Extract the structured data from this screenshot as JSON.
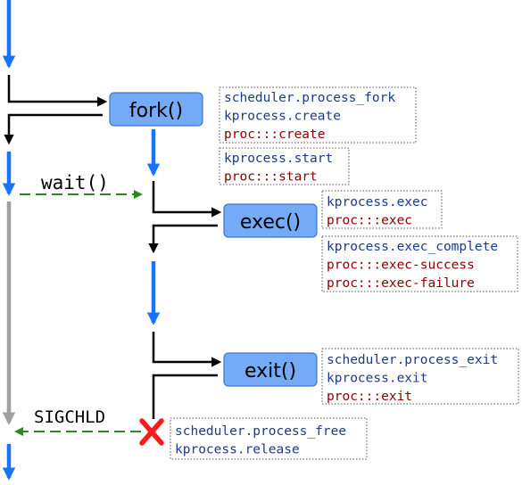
{
  "colors": {
    "blue_arrow": "#1874ff",
    "black_line": "#000000",
    "gray_line": "#a0a0a0",
    "green_dashed": "#2a8a1e",
    "box_fill": "#74aaf6",
    "box_stroke": "#3f78c8",
    "probe_blue": "#1a3c8c",
    "probe_red": "#8b0000",
    "cross_red": "#ff1a1a",
    "dotted_border": "#555555"
  },
  "nodes": {
    "fork": "fork()",
    "exec": "exec()",
    "exit": "exit()"
  },
  "signals": {
    "wait": "wait()",
    "sigchld": "SIGCHLD"
  },
  "probes": {
    "fork": [
      {
        "text": "scheduler.process_fork",
        "kind": "tapset"
      },
      {
        "text": "kprocess.create",
        "kind": "tapset"
      },
      {
        "text": "proc:::create",
        "kind": "dtrace"
      }
    ],
    "start": [
      {
        "text": "kprocess.start",
        "kind": "tapset"
      },
      {
        "text": "proc:::start",
        "kind": "dtrace"
      }
    ],
    "exec": [
      {
        "text": "kprocess.exec",
        "kind": "tapset"
      },
      {
        "text": "proc:::exec",
        "kind": "dtrace"
      }
    ],
    "exec_complete": [
      {
        "text": "kprocess.exec_complete",
        "kind": "tapset"
      },
      {
        "text": "proc:::exec-success",
        "kind": "dtrace"
      },
      {
        "text": "proc:::exec-failure",
        "kind": "dtrace"
      }
    ],
    "exit": [
      {
        "text": "scheduler.process_exit",
        "kind": "tapset"
      },
      {
        "text": "kprocess.exit",
        "kind": "tapset"
      },
      {
        "text": "proc:::exit",
        "kind": "dtrace"
      }
    ],
    "free": [
      {
        "text": "scheduler.process_free",
        "kind": "tapset"
      },
      {
        "text": "kprocess.release",
        "kind": "tapset"
      }
    ]
  }
}
